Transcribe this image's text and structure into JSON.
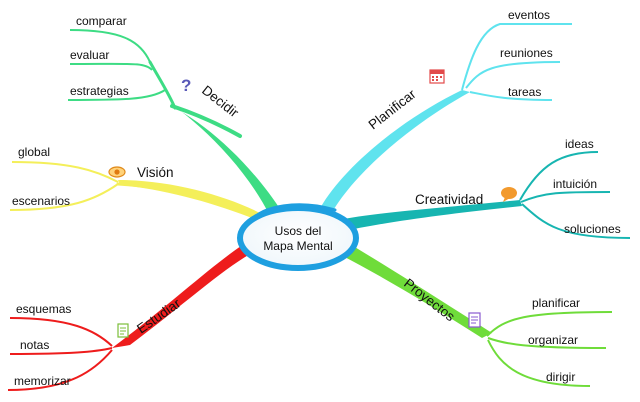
{
  "center": {
    "line1": "Usos del",
    "line2": "Mapa Mental"
  },
  "branches": {
    "decidir": {
      "label": "Decidir",
      "color": "#3ddc84",
      "icon": "question-mark-icon",
      "icon_glyph": "?",
      "leaves": [
        "comparar",
        "evaluar",
        "estrategias"
      ]
    },
    "vision": {
      "label": "Visión",
      "color": "#f4ef5a",
      "icon": "eye-icon",
      "leaves": [
        "global",
        "escenarios"
      ]
    },
    "estudiar": {
      "label": "Estudiar",
      "color": "#ee1c1c",
      "icon": "notes-icon",
      "leaves": [
        "esquemas",
        "notas",
        "memorizar"
      ]
    },
    "planificar": {
      "label": "Planificar",
      "color": "#5fe3ee",
      "icon": "calendar-icon",
      "leaves": [
        "eventos",
        "reuniones",
        "tareas"
      ]
    },
    "creatividad": {
      "label": "Creatividad",
      "color": "#17b5b1",
      "icon": "speech-bubble-icon",
      "leaves": [
        "ideas",
        "intuición",
        "soluciones"
      ]
    },
    "proyectos": {
      "label": "Proyectos",
      "color": "#6fdc3a",
      "icon": "checklist-icon",
      "leaves": [
        "planificar",
        "organizar",
        "dirigir"
      ]
    }
  },
  "colors": {
    "center_ring": "#1e9fe0",
    "center_fill": "#ffffff",
    "text": "#111111"
  }
}
